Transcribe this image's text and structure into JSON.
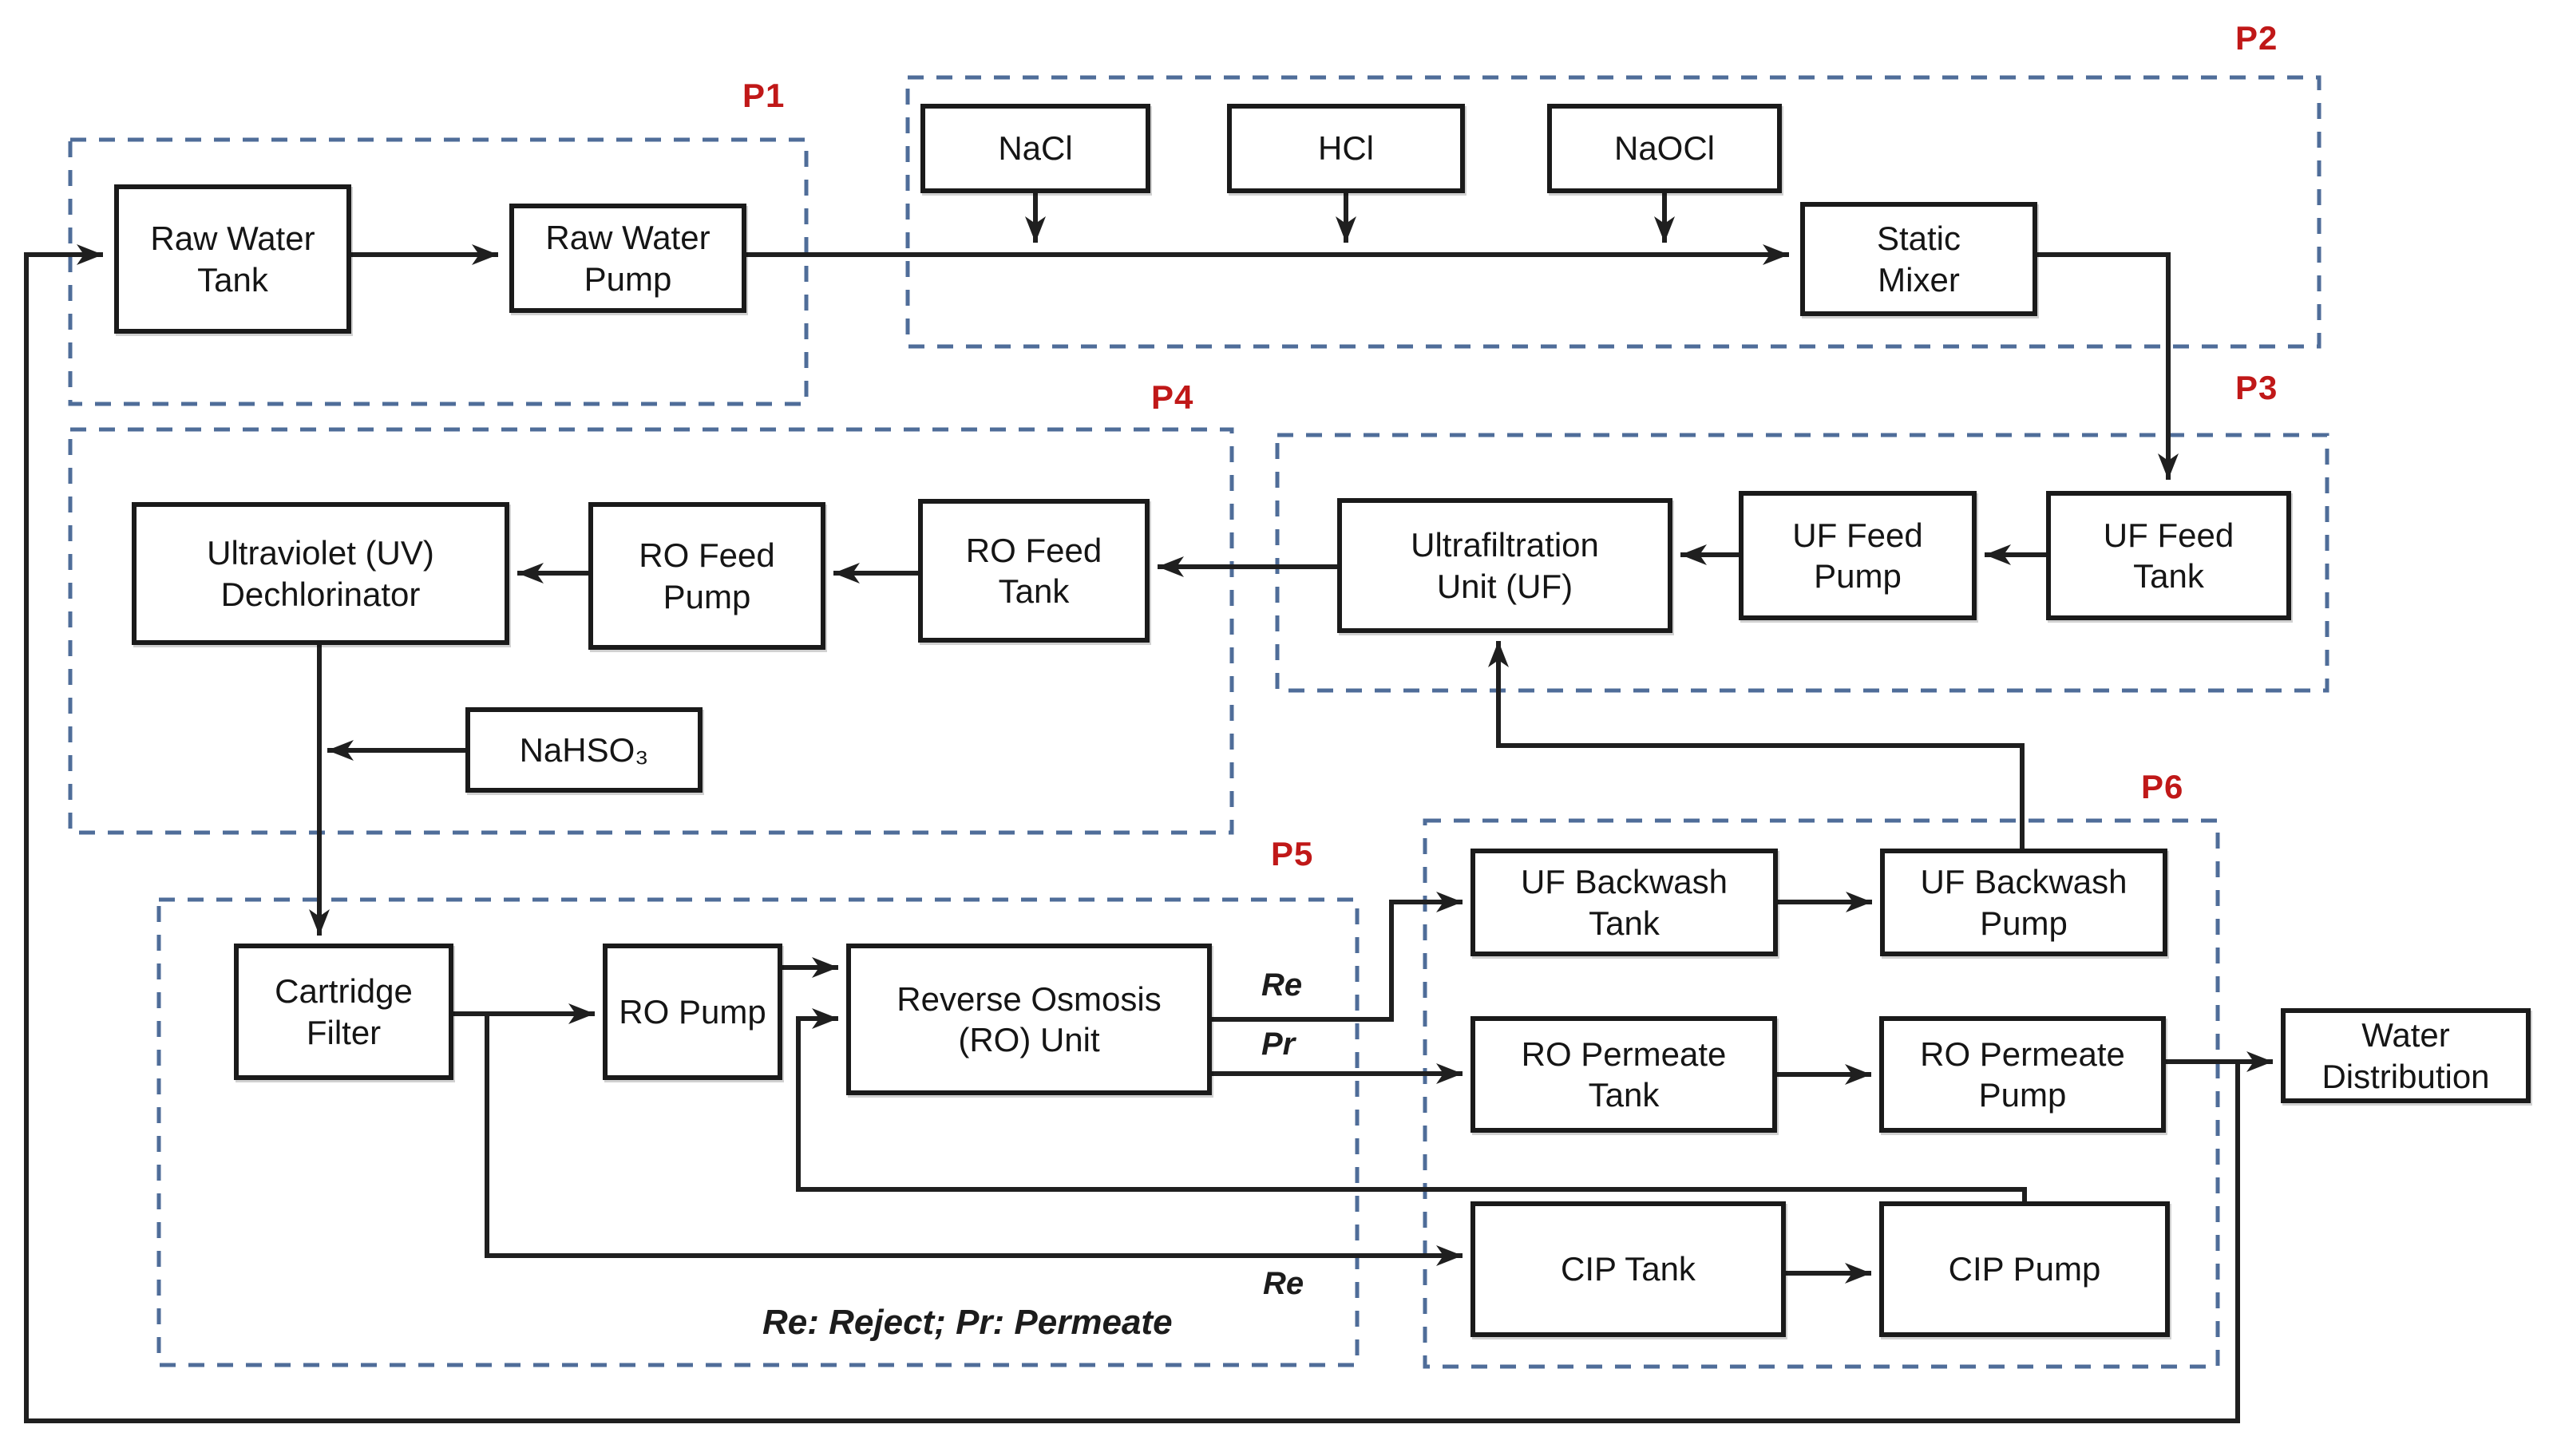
{
  "diagram": {
    "regions": {
      "p1": {
        "label": "P1"
      },
      "p2": {
        "label": "P2"
      },
      "p3": {
        "label": "P3"
      },
      "p4": {
        "label": "P4"
      },
      "p5": {
        "label": "P5"
      },
      "p6": {
        "label": "P6"
      }
    },
    "boxes": {
      "raw_water_tank": {
        "label": "Raw Water\nTank"
      },
      "raw_water_pump": {
        "label": "Raw Water\nPump"
      },
      "nacl": {
        "label": "NaCl"
      },
      "hcl": {
        "label": "HCl"
      },
      "naocl": {
        "label": "NaOCl"
      },
      "static_mixer": {
        "label": "Static\nMixer"
      },
      "uf_feed_tank": {
        "label": "UF Feed\nTank"
      },
      "uf_feed_pump": {
        "label": "UF Feed\nPump"
      },
      "ultrafiltration_unit": {
        "label": "Ultrafiltration\nUnit (UF)"
      },
      "ro_feed_tank": {
        "label": "RO Feed\nTank"
      },
      "ro_feed_pump": {
        "label": "RO Feed\nPump"
      },
      "uv_dechlorinator": {
        "label": "Ultraviolet (UV)\nDechlorinator"
      },
      "nahso3": {
        "label": "NaHSO₃"
      },
      "cartridge_filter": {
        "label": "Cartridge\nFilter"
      },
      "ro_pump": {
        "label": "RO Pump"
      },
      "ro_unit": {
        "label": "Reverse Osmosis\n(RO) Unit"
      },
      "uf_backwash_tank": {
        "label": "UF Backwash\nTank"
      },
      "uf_backwash_pump": {
        "label": "UF Backwash\nPump"
      },
      "ro_permeate_tank": {
        "label": "RO Permeate\nTank"
      },
      "ro_permeate_pump": {
        "label": "RO Permeate\nPump"
      },
      "cip_tank": {
        "label": "CIP Tank"
      },
      "cip_pump": {
        "label": "CIP Pump"
      },
      "water_distribution": {
        "label": "Water\nDistribution"
      }
    },
    "flow_labels": {
      "reject_to_backwash": "Re",
      "permeate": "Pr",
      "reject_to_cip": "Re"
    },
    "note": "Re: Reject; Pr: Permeate",
    "colors": {
      "region_border": "#4f6d99",
      "region_label": "#c01818",
      "flow_line": "#1f1f1f",
      "box_border": "#1a1a1a",
      "box_fill": "#ffffff",
      "background": "#ffffff"
    }
  }
}
